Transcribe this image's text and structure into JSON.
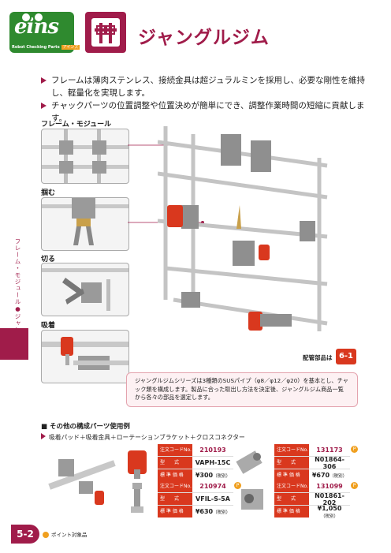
{
  "logo": {
    "word": "eins",
    "tagline": "Robot Checking Parts",
    "badge": "アインズ"
  },
  "title": "ジャングルジム",
  "bullets": [
    "フレームは薄肉ステンレス、接続金具は超ジュラルミンを採用し、必要な剛性を維持し、軽量化を実現します。",
    "チャックパーツの位置調整や位置決めが簡単にでき、調整作業時間の短縮に貢献します。"
  ],
  "side_tab_text": "フレーム・モジュール●ジャングルジム",
  "thumbs": [
    {
      "label": "フレーム・モジュール"
    },
    {
      "label": "掴む"
    },
    {
      "label": "切る"
    },
    {
      "label": "吸着"
    }
  ],
  "reference": {
    "label": "配管部品は",
    "page": "6-1"
  },
  "info_text": "ジャングルジムシリーズは3種類のSUSパイプ（φ8／φ12／φ20）を基本とし、チャック類を構成します。製品に合った取出し方法を決定後、ジャングルジム商品一覧から各々の部品を選定します。",
  "section": {
    "title": "■ その他の構成パーツ使用例",
    "subtitle": "吸着パッド＋吸着金具＋ローテーションブラケット＋クロスコネクター"
  },
  "card_labels": {
    "code": "注文コードNo.",
    "model": "型　　式",
    "price": "標 準 価 格"
  },
  "price_note": "（税別）",
  "cards": [
    {
      "code": "210193",
      "model": "VAPH-15C",
      "price": "¥300",
      "point": false
    },
    {
      "code": "131173",
      "model": "N01864-306",
      "price": "¥670",
      "point": true
    },
    {
      "code": "210974",
      "model": "VFIL-S-5A",
      "price": "¥630",
      "point": true
    },
    {
      "code": "131099",
      "model": "N01861-202",
      "price": "¥1,050",
      "point": true
    }
  ],
  "page_number": "5-2",
  "point_legend": "ポイント対象品",
  "point_mark": "P",
  "colors": {
    "accent": "#a01c4a",
    "red": "#d9381e",
    "green": "#2f8a2f"
  }
}
